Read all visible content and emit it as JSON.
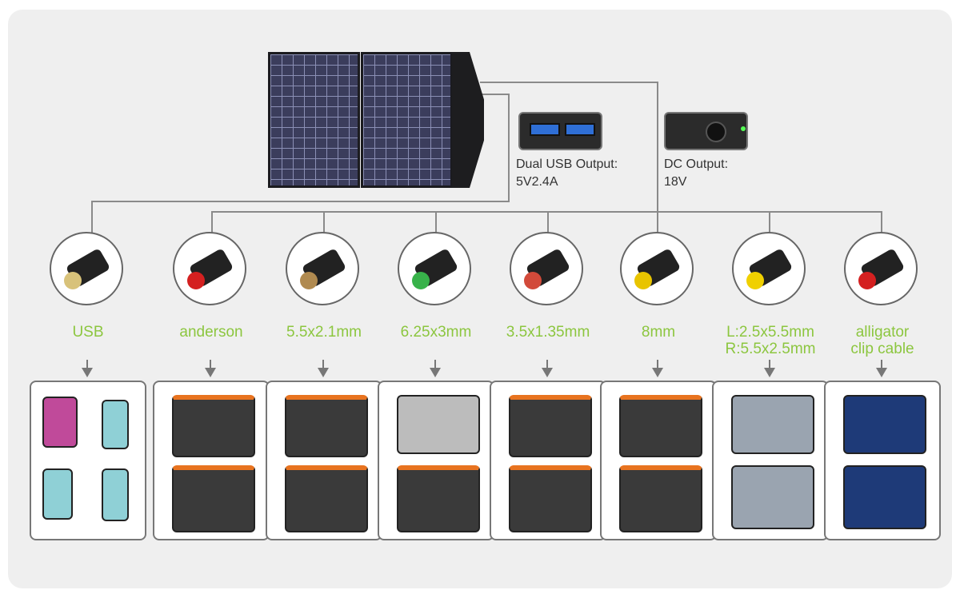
{
  "outputs": {
    "usb": {
      "title": "Dual USB Output:",
      "value": "5V2.4A"
    },
    "dc": {
      "title": "DC Output:",
      "value": "18V"
    }
  },
  "connectors": [
    {
      "label": "USB",
      "icon": "usb-plug-icon",
      "tip": "#d8c27a",
      "devices": [
        "tablet",
        "phone",
        "phone",
        "phone"
      ]
    },
    {
      "label": "anderson",
      "icon": "anderson-plug-icon",
      "tip": "#d42020",
      "devices": [
        "power-station",
        "power-station"
      ]
    },
    {
      "label": "5.5x2.1mm",
      "icon": "dc-barrel-plug-icon",
      "tip": "#b08a50",
      "devices": [
        "power-station",
        "power-station"
      ]
    },
    {
      "label": "6.25x3mm",
      "icon": "dc-barrel-plug-icon",
      "tip": "#38b24a",
      "devices": [
        "power-bank",
        "power-station"
      ]
    },
    {
      "label": "3.5x1.35mm",
      "icon": "dc-barrel-plug-icon",
      "tip": "#d24a3a",
      "devices": [
        "power-station",
        "power-station"
      ]
    },
    {
      "label": "8mm",
      "icon": "8mm-plug-icon",
      "tip": "#e8c400",
      "devices": [
        "power-station",
        "power-station"
      ]
    },
    {
      "label": "L:2.5x5.5mm\nR:5.5x2.5mm",
      "icon": "laptop-plug-icon",
      "tip": "#f0d000",
      "devices": [
        "laptop",
        "laptop"
      ]
    },
    {
      "label": "alligator\nclip cable",
      "icon": "alligator-clip-icon",
      "tip": "#d42020",
      "devices": [
        "car-battery",
        "car-battery"
      ]
    }
  ],
  "colors": {
    "label": "#8cc63f",
    "line": "#8a8a8a",
    "background": "#efefef"
  }
}
